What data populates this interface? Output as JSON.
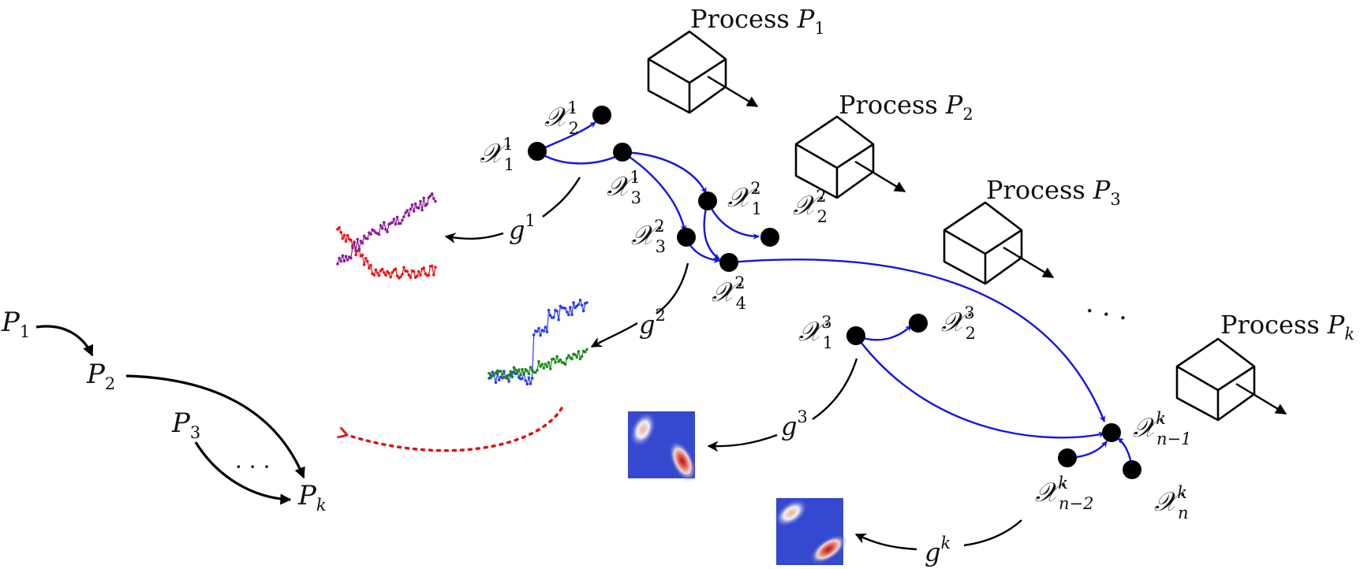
{
  "processes": [
    {
      "id": "p1",
      "word": "Process",
      "name": "P",
      "sub": "1"
    },
    {
      "id": "p2",
      "word": "Process",
      "name": "P",
      "sub": "2"
    },
    {
      "id": "p3",
      "word": "Process",
      "name": "P",
      "sub": "3"
    },
    {
      "id": "pk",
      "word": "Process",
      "name": "P",
      "sub": "k"
    }
  ],
  "process_ellipsis": "· · ·",
  "nodes": {
    "x11": {
      "base": "𝒳",
      "sup": "1",
      "sub": "1"
    },
    "x21": {
      "base": "𝒳",
      "sup": "1",
      "sub": "2"
    },
    "x31": {
      "base": "𝒳",
      "sup": "1",
      "sub": "3"
    },
    "x12": {
      "base": "𝒳",
      "sup": "2",
      "sub": "1"
    },
    "x22": {
      "base": "𝒳",
      "sup": "2",
      "sub": "2"
    },
    "x32": {
      "base": "𝒳",
      "sup": "2",
      "sub": "3"
    },
    "x42": {
      "base": "𝒳",
      "sup": "2",
      "sub": "4"
    },
    "x13": {
      "base": "𝒳",
      "sup": "3",
      "sub": "1"
    },
    "x23": {
      "base": "𝒳",
      "sup": "3",
      "sub": "2"
    },
    "xn1k": {
      "base": "𝒳",
      "sup": "k",
      "sub": "n−1"
    },
    "xn2k": {
      "base": "𝒳",
      "sup": "k",
      "sub": "n−2"
    },
    "xnk": {
      "base": "𝒳",
      "sup": "k",
      "sub": "n"
    }
  },
  "maps": {
    "g1": {
      "base": "g",
      "sup": "1"
    },
    "g2": {
      "base": "g",
      "sup": "2"
    },
    "g3": {
      "base": "g",
      "sup": "3"
    },
    "gk": {
      "base": "g",
      "sup": "k"
    }
  },
  "dag": {
    "p1": {
      "base": "P",
      "sub": "1"
    },
    "p2": {
      "base": "P",
      "sub": "2"
    },
    "p3": {
      "base": "P",
      "sub": "3"
    },
    "pk": {
      "base": "P",
      "sub": "k"
    },
    "ellipsis": "· · ·"
  },
  "colors": {
    "edge": "#1414e6",
    "arrow_dashed": "#e01010",
    "series_purple": "#8a1a9a",
    "series_red": "#ee1111",
    "series_blue": "#2a3cf0",
    "series_green": "#1a8a1a",
    "heatmap_bg": "#3548d0",
    "heatmap_hot": "#b0101a"
  },
  "icons": [
    "cube-icon",
    "arrow-icon"
  ]
}
